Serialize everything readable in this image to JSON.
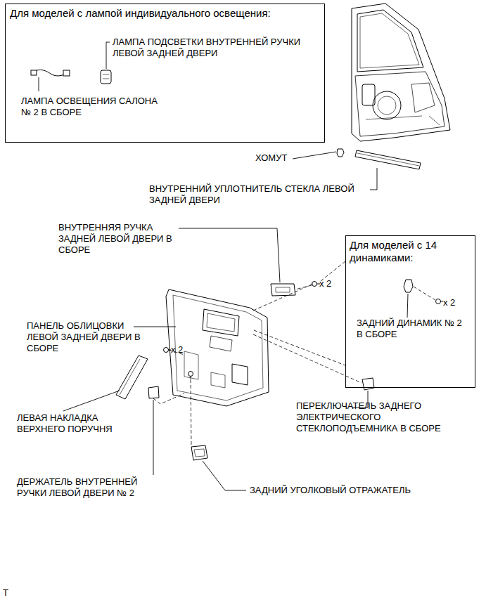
{
  "diagram": {
    "nodes": [
      {
        "text": [
          "Для моделей с лампой индивидуального освещения:",
          "ЛАМПА ПОДСВЕТКИ ВНУТРЕННЕЙ РУЧКИ ЛЕВОЙ ЗАДНЕЙ ДВЕРИ",
          "ЛАМПА ОСВЕЩЕНИЯ САЛОНА № 2 В СБОРЕ"
        ]
      },
      {
        "text": [
          "Для моделей с 14 динамиками:",
          "ЗАДНИЙ ДИНАМИК № 2 В СБОРЕ",
          "x 2"
        ]
      }
    ],
    "labels": [
      "ХОМУТ",
      "ВНУТРЕННИЙ УПЛОТНИТЕЛЬ СТЕКЛА ЛЕВОЙ ЗАДНЕЙ ДВЕРИ",
      "ВНУТРЕННЯЯ РУЧКА ЗАДНЕЙ ЛЕВОЙ ДВЕРИ В СБОРЕ",
      "x 2",
      "ПАНЕЛЬ ОБЛИЦОВКИ ЛЕВОЙ ЗАДНЕЙ ДВЕРИ В СБОРЕ",
      "x 2",
      "ЛЕВАЯ НАКЛАДКА ВЕРХНЕГО ПОРУЧНЯ",
      "ДЕРЖАТЕЛЬ ВНУТРЕННЕЙ РУЧКИ ЛЕВОЙ ДВЕРИ № 2",
      "ЗАДНИЙ УГОЛКОВЫЙ ОТРАЖАТЕЛЬ",
      "ПЕРЕКЛЮЧАТЕЛЬ ЗАДНЕГО ЭЛЕКТРИЧЕСКОГО СТЕКЛОПОДЪЕМНИКА В СБОРЕ",
      "T"
    ]
  }
}
